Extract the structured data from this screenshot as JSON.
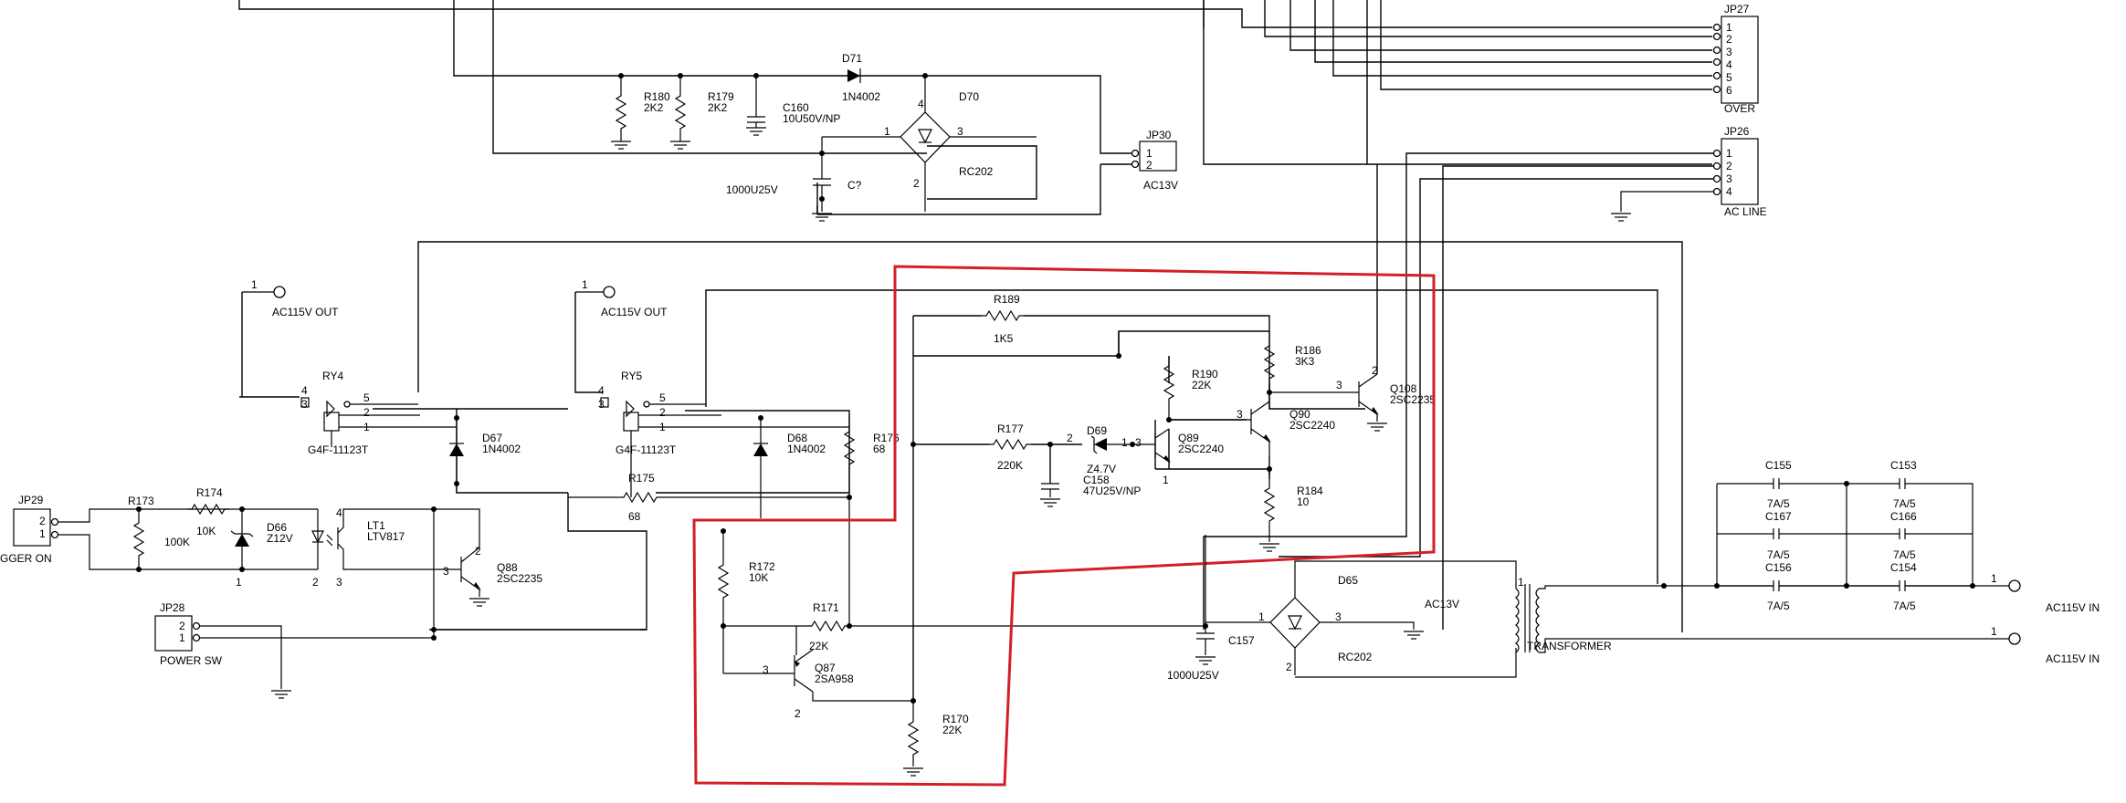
{
  "pin": {
    "one": "1",
    "two": "2",
    "three": "3",
    "four": "4",
    "five": "5",
    "six": "6"
  },
  "jp27": {
    "ref": "JP27",
    "name": "OVER"
  },
  "jp30": {
    "ref": "JP30",
    "name": "AC13V"
  },
  "jp26": {
    "ref": "JP26",
    "name": "AC LINE"
  },
  "jp29": {
    "ref": "JP29",
    "name": "GGER ON"
  },
  "jp28": {
    "ref": "JP28",
    "name": "POWER SW"
  },
  "d71": {
    "ref": "D71",
    "value": "1N4002"
  },
  "d70": {
    "ref": "D70",
    "value": "RC202"
  },
  "r180": {
    "ref": "R180",
    "value": "2K2"
  },
  "r179": {
    "ref": "R179",
    "value": "2K2"
  },
  "c160": {
    "ref": "C160",
    "value": "10U50V/NP"
  },
  "c_unknown": {
    "ref": "C?",
    "value": "1000U25V"
  },
  "ac115v_out": "AC115V OUT",
  "ry4": {
    "ref": "RY4",
    "value": "G4F-11123T"
  },
  "ry5": {
    "ref": "RY5",
    "value": "G4F-11123T"
  },
  "d67": {
    "ref": "D67",
    "value": "1N4002"
  },
  "d68": {
    "ref": "D68",
    "value": "1N4002"
  },
  "r176": {
    "ref": "R176",
    "value": "68"
  },
  "r175": {
    "ref": "R175",
    "value": "68"
  },
  "r173": {
    "ref": "R173",
    "value": "100K"
  },
  "r174": {
    "ref": "R174",
    "value": "10K"
  },
  "d66": {
    "ref": "D66",
    "value": "Z12V"
  },
  "lt1": {
    "ref": "LT1",
    "value": "LTV817"
  },
  "q88": {
    "ref": "Q88",
    "value": "2SC2235"
  },
  "r189": {
    "ref": "R189",
    "value": "1K5"
  },
  "r190": {
    "ref": "R190",
    "value": "22K"
  },
  "r186": {
    "ref": "R186",
    "value": "3K3"
  },
  "q108": {
    "ref": "Q108",
    "value": "2SC2235"
  },
  "q90": {
    "ref": "Q90",
    "value": "2SC2240"
  },
  "q89": {
    "ref": "Q89",
    "value": "2SC2240"
  },
  "r177": {
    "ref": "R177",
    "value": "220K"
  },
  "d69": {
    "ref": "D69",
    "value": "Z4.7V"
  },
  "c158": {
    "ref": "C158",
    "value": "47U25V/NP"
  },
  "r184": {
    "ref": "R184",
    "value": "10"
  },
  "r172": {
    "ref": "R172",
    "value": "10K"
  },
  "r171": {
    "ref": "R171",
    "value": "22K"
  },
  "q87": {
    "ref": "Q87",
    "value": "2SA958"
  },
  "r170": {
    "ref": "R170",
    "value": "22K"
  },
  "c157": {
    "ref": "C157",
    "value": "1000U25V"
  },
  "d65": {
    "ref": "D65",
    "value": "RC202"
  },
  "transformer": {
    "ref": "TRANSFORMER",
    "secondary": "AC13V"
  },
  "caps": {
    "c155": "C155",
    "c153": "C153",
    "c167": "C167",
    "c166": "C166",
    "c156": "C156",
    "c154": "C154",
    "v": "7A/5"
  },
  "ac115v_in": "AC115V IN"
}
